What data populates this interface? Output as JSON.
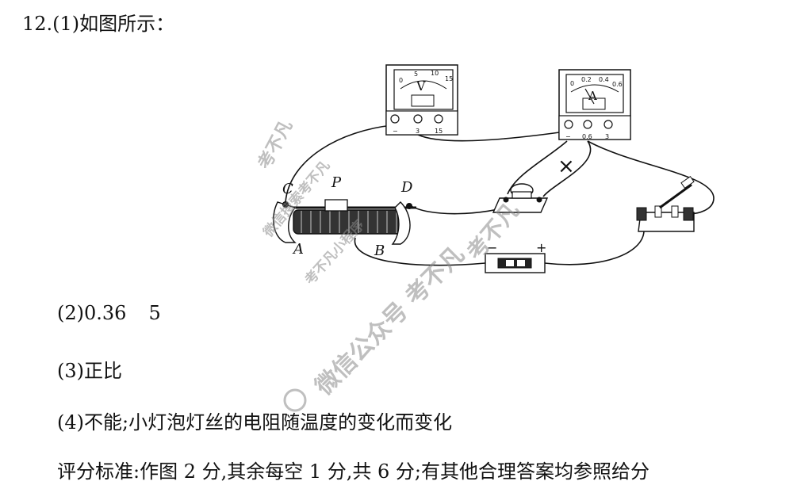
{
  "question": {
    "head": "12.(1)如图所示："
  },
  "answers": {
    "a2_prefix": "(2)0.36",
    "a2_value": "5",
    "a3": "(3)正比",
    "a4": "(4)不能;小灯泡灯丝的电阻随温度的变化而变化"
  },
  "rubric": "评分标准:作图 2 分,其余每空 1 分,共 6 分;有其他合理答案均参照给分",
  "diagram": {
    "voltmeter_symbol": "V",
    "voltmeter_terminals": [
      "−",
      "3",
      "15"
    ],
    "voltmeter_scale": [
      "0",
      "5",
      "10",
      "15"
    ],
    "ammeter_symbol": "A",
    "ammeter_terminals": [
      "−",
      "0.6",
      "3"
    ],
    "ammeter_scale": [
      "0",
      "0.2",
      "0.4",
      "0.6"
    ],
    "rheostat_labels": {
      "c": "C",
      "p": "P",
      "d": "D",
      "a": "A",
      "b": "B"
    },
    "battery_minus": "−",
    "battery_plus": "+",
    "cross_mark": "×"
  },
  "watermarks": [
    "考不凡",
    "微信搜索考不凡",
    "考不凡小程序",
    "考不凡",
    "微信公众号 考不凡"
  ]
}
